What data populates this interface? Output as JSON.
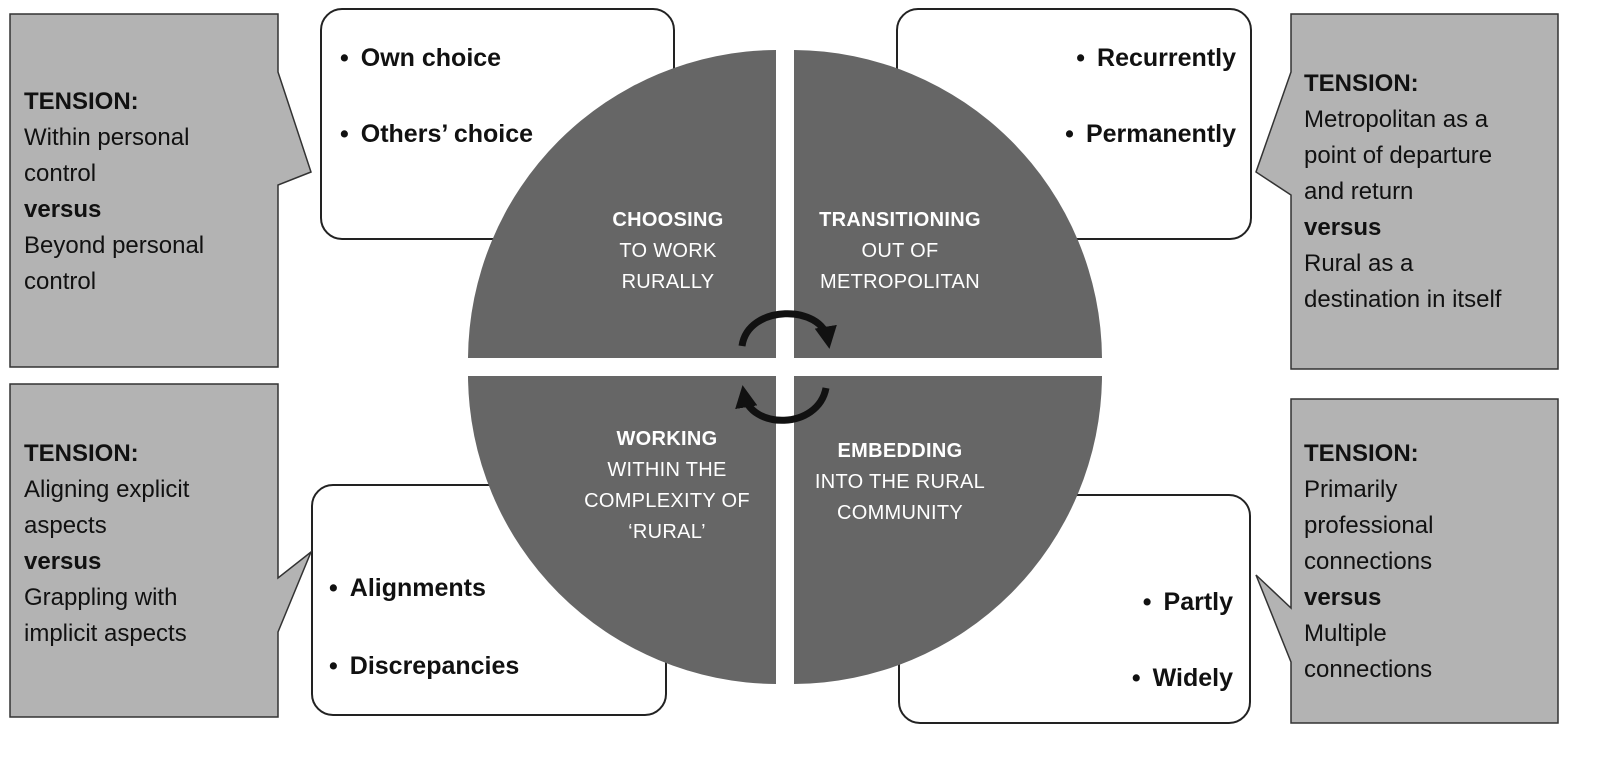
{
  "quadrants": {
    "top_left": {
      "title": "CHOOSING",
      "lines": [
        "TO WORK",
        "RURALLY"
      ],
      "options": [
        "Own choice",
        "Others’ choice"
      ],
      "tension": {
        "heading": "TENSION:",
        "first": [
          "Within personal",
          "control"
        ],
        "versus": "versus",
        "second": [
          "Beyond personal",
          "control"
        ]
      }
    },
    "top_right": {
      "title": "TRANSITIONING",
      "lines": [
        "OUT OF",
        "METROPOLITAN"
      ],
      "options": [
        "Recurrently",
        "Permanently"
      ],
      "tension": {
        "heading": "TENSION:",
        "first": [
          "Metropolitan as a",
          "point of departure",
          "and return"
        ],
        "versus": "versus",
        "second": [
          "Rural as a",
          "destination in itself"
        ]
      }
    },
    "bottom_left": {
      "title": "WORKING",
      "lines": [
        "WITHIN THE",
        "COMPLEXITY OF",
        "‘RURAL’"
      ],
      "options": [
        "Alignments",
        "Discrepancies"
      ],
      "tension": {
        "heading": "TENSION:",
        "first": [
          "Aligning explicit",
          "aspects"
        ],
        "versus": "versus",
        "second": [
          "Grappling with",
          "implicit aspects"
        ]
      }
    },
    "bottom_right": {
      "title": "EMBEDDING",
      "lines": [
        "INTO THE RURAL",
        "COMMUNITY"
      ],
      "options": [
        "Partly",
        "Widely"
      ],
      "tension": {
        "heading": "TENSION:",
        "first": [
          "Primarily",
          "professional",
          "connections"
        ],
        "versus": "versus",
        "second": [
          "Multiple",
          "connections"
        ]
      }
    }
  },
  "colors": {
    "quadrant_fill": "#666666",
    "callout_fill": "#b3b3b3",
    "arrow": "#111111"
  }
}
